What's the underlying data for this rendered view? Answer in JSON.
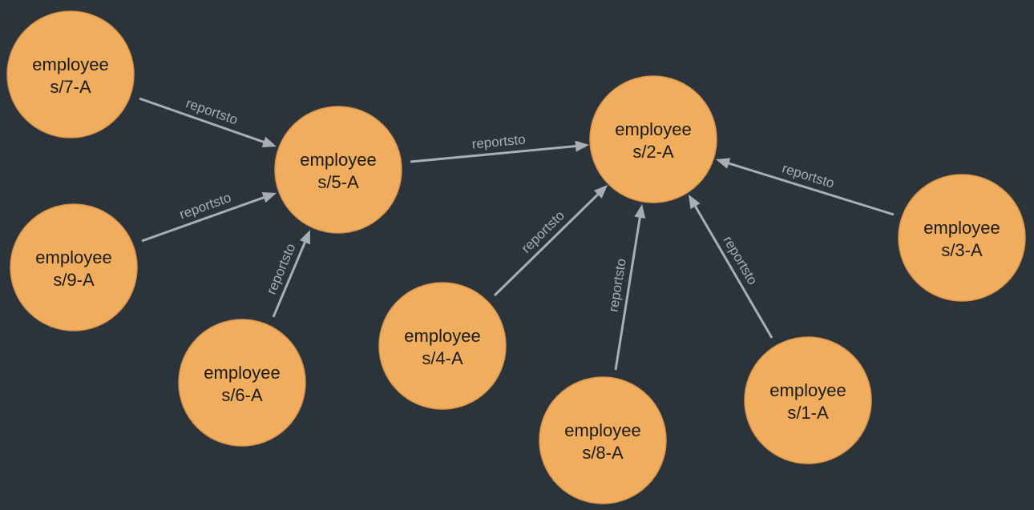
{
  "graph": {
    "colors": {
      "background": "#2b333b",
      "node_fill": "#f0ad5e",
      "node_stroke": "#d9944a",
      "node_text": "#1c1c1c",
      "edge": "#a9aeb3",
      "edge_label": "#a9aeb3"
    },
    "nodes": [
      {
        "id": "s7",
        "type": "employee",
        "label": "s/7-A"
      },
      {
        "id": "s5",
        "type": "employee",
        "label": "s/5-A"
      },
      {
        "id": "s9",
        "type": "employee",
        "label": "s/9-A"
      },
      {
        "id": "s6",
        "type": "employee",
        "label": "s/6-A"
      },
      {
        "id": "s2",
        "type": "employee",
        "label": "s/2-A"
      },
      {
        "id": "s4",
        "type": "employee",
        "label": "s/4-A"
      },
      {
        "id": "s8",
        "type": "employee",
        "label": "s/8-A"
      },
      {
        "id": "s1",
        "type": "employee",
        "label": "s/1-A"
      },
      {
        "id": "s3",
        "type": "employee",
        "label": "s/3-A"
      }
    ],
    "edges": [
      {
        "from": "s7",
        "to": "s5",
        "label": "reportsto"
      },
      {
        "from": "s9",
        "to": "s5",
        "label": "reportsto"
      },
      {
        "from": "s6",
        "to": "s5",
        "label": "reportsto"
      },
      {
        "from": "s5",
        "to": "s2",
        "label": "reportsto"
      },
      {
        "from": "s4",
        "to": "s2",
        "label": "reportsto"
      },
      {
        "from": "s8",
        "to": "s2",
        "label": "reportsto"
      },
      {
        "from": "s1",
        "to": "s2",
        "label": "reportsto"
      },
      {
        "from": "s3",
        "to": "s2",
        "label": "reportsto"
      }
    ]
  }
}
